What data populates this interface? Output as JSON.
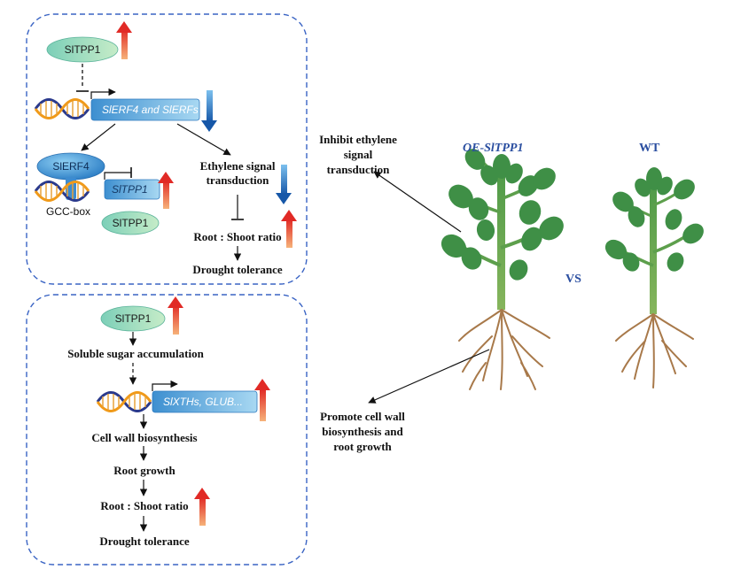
{
  "panel_top": {
    "protein_top": "SlTPP1",
    "gene_box_top": "SlERF4 and SlERFs",
    "protein_erf4": "SlERF4",
    "gene_box_small": "SlTPP1",
    "gcc_box": "GCC-box",
    "protein_bottom": "SlTPP1",
    "ethylene_line1": "Ethylene signal",
    "ethylene_line2": "transduction",
    "root_shoot": "Root : Shoot ratio",
    "drought": "Drought tolerance"
  },
  "panel_bottom": {
    "protein": "SlTPP1",
    "sugar": "Soluble sugar accumulation",
    "gene_box": "SlXTHs, GLUB...",
    "cell_wall": "Cell wall biosynthesis",
    "root_growth": "Root growth",
    "root_shoot": "Root : Shoot ratio",
    "drought": "Drought tolerance"
  },
  "right": {
    "inhibit_line1": "Inhibit ethylene",
    "inhibit_line2": "signal",
    "inhibit_line3": "transduction",
    "promote_line1": "Promote cell wall",
    "promote_line2": "biosynthesis and",
    "promote_line3": "root growth",
    "oe_title": "OE-SlTPP1",
    "wt_title": "WT",
    "vs": "VS"
  },
  "colors": {
    "panel_border": "#3a64c4",
    "up_arrow_top": "#e8302a",
    "up_arrow_bottom": "#f4a56a",
    "down_arrow_top": "#6fb3e8",
    "down_arrow_bottom": "#1a5aa8",
    "title_blue": "#2a4ea0",
    "gene_box": "#5aa9dc",
    "protein_pill": "#9fd6c0",
    "leaf": "#3f8f46",
    "stem": "#6fae5a",
    "root": "#a8794a"
  },
  "icons": [
    "up-arrow-icon",
    "down-arrow-icon",
    "dna-icon",
    "plant-icon",
    "tbar-inhibit-icon"
  ]
}
